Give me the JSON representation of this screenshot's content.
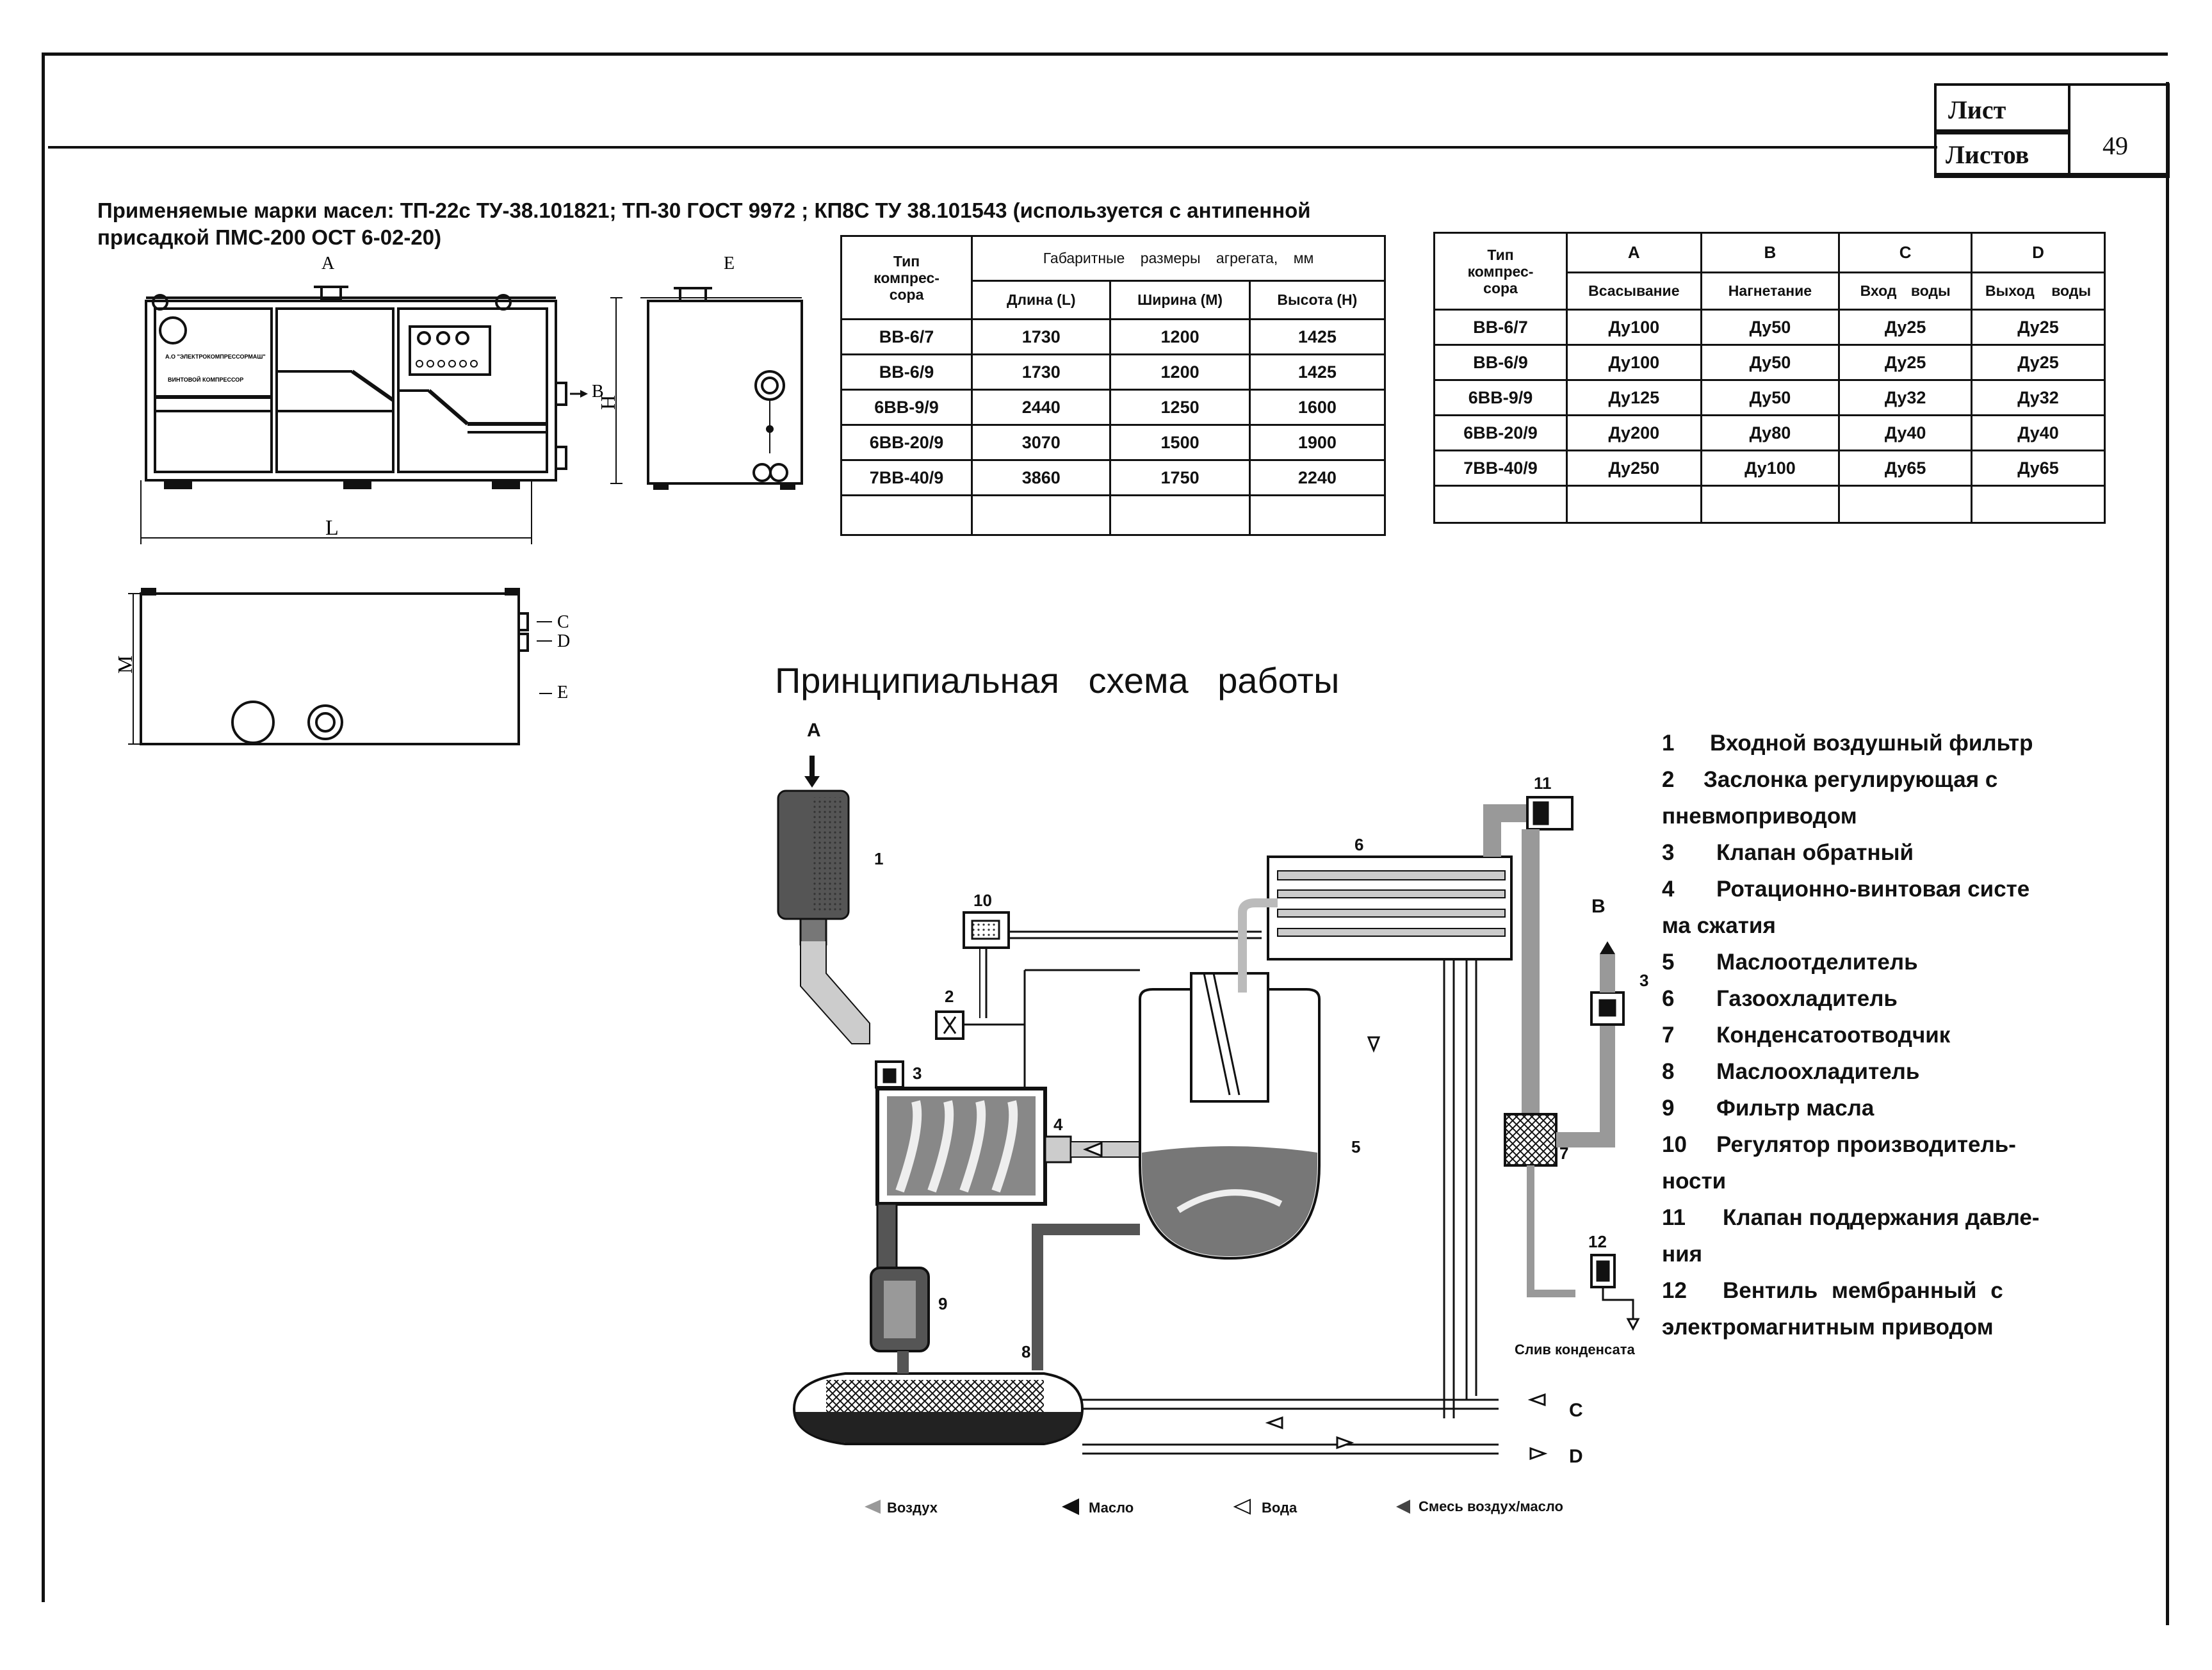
{
  "stamp": {
    "sheet_label": "Лист",
    "sheets_label": "Листов",
    "sheet_number": "49"
  },
  "note": {
    "line1": "Применяемые марки масел: ТП-22с ТУ-38.101821; ТП-30 ГОСТ 9972 ; КП8С ТУ 38.101543 (используется с антипенной",
    "line2": "присадкой ПМС-200 ОСТ 6-02-20)"
  },
  "drawing_labels": {
    "A": "A",
    "B": "B",
    "C": "C",
    "D": "D",
    "E": "E",
    "H": "H",
    "L": "L",
    "M": "M",
    "plate1": "А.О \"ЭЛЕКТРОКОМПРЕССОРМАШ\"",
    "plate2": "ВИНТОВОЙ КОМПРЕССОР"
  },
  "dims_table": {
    "type_header": [
      "Тип",
      "компрес-",
      "сора"
    ],
    "group_header": "Габаритные размеры агрегата, мм",
    "columns": [
      "Длина (L)",
      "Ширина (M)",
      "Высота (H)"
    ],
    "rows": [
      [
        "ВВ-6/7",
        "1730",
        "1200",
        "1425"
      ],
      [
        "ВВ-6/9",
        "1730",
        "1200",
        "1425"
      ],
      [
        "6ВВ-9/9",
        "2440",
        "1250",
        "1600"
      ],
      [
        "6ВВ-20/9",
        "3070",
        "1500",
        "1900"
      ],
      [
        "7ВВ-40/9",
        "3860",
        "1750",
        "2240"
      ]
    ]
  },
  "conn_table": {
    "type_header": [
      "Тип",
      "компрес-",
      "сора"
    ],
    "letters": [
      "А",
      "В",
      "С",
      "D"
    ],
    "columns": [
      "Всасывание",
      "Нагнетание",
      "Вход воды",
      "Выход воды"
    ],
    "rows": [
      [
        "ВВ-6/7",
        "Ду100",
        "Ду50",
        "Ду25",
        "Ду25"
      ],
      [
        "ВВ-6/9",
        "Ду100",
        "Ду50",
        "Ду25",
        "Ду25"
      ],
      [
        "6ВВ-9/9",
        "Ду125",
        "Ду50",
        "Ду32",
        "Ду32"
      ],
      [
        "6ВВ-20/9",
        "Ду200",
        "Ду80",
        "Ду40",
        "Ду40"
      ],
      [
        "7ВВ-40/9",
        "Ду250",
        "Ду100",
        "Ду65",
        "Ду65"
      ]
    ]
  },
  "scheme": {
    "title": "Принципиальная схема работы",
    "labels": {
      "A": "A",
      "B": "B",
      "C": "C",
      "D": "D",
      "n1": "1",
      "n2": "2",
      "n3": "3",
      "n3b": "3",
      "n4": "4",
      "n5": "5",
      "n6": "6",
      "n7": "7",
      "n8": "8",
      "n9": "9",
      "n10": "10",
      "n11": "11",
      "n12": "12",
      "drain": "Слив конденсата"
    },
    "legend": [
      "Воздух",
      "Масло",
      "Вода",
      "Смесь воздух/масло"
    ]
  },
  "components": [
    {
      "num": "1",
      "text": "Входной воздушный фильтр"
    },
    {
      "num": "2",
      "text": "Заслонка регулирующая с"
    },
    {
      "num": "",
      "text": "пневмоприводом"
    },
    {
      "num": "3",
      "text": "Клапан обратный"
    },
    {
      "num": "4",
      "text": "Ротационно-винтовая систе"
    },
    {
      "num": "",
      "text": "ма сжатия"
    },
    {
      "num": "5",
      "text": "Маслоотделитель"
    },
    {
      "num": "6",
      "text": "Газоохладитель"
    },
    {
      "num": "7",
      "text": "Конденсатоотводчик"
    },
    {
      "num": "8",
      "text": "Маслоохладитель"
    },
    {
      "num": "9",
      "text": "Фильтр масла"
    },
    {
      "num": "10",
      "text": "Регулятор производитель-"
    },
    {
      "num": "",
      "text": "ности"
    },
    {
      "num": "11",
      "text": "Клапан поддержания давле-"
    },
    {
      "num": "",
      "text": "ния"
    },
    {
      "num": "12",
      "text": "Вентиль мембранный с"
    },
    {
      "num": "",
      "text": "электромагнитным приводом"
    }
  ]
}
